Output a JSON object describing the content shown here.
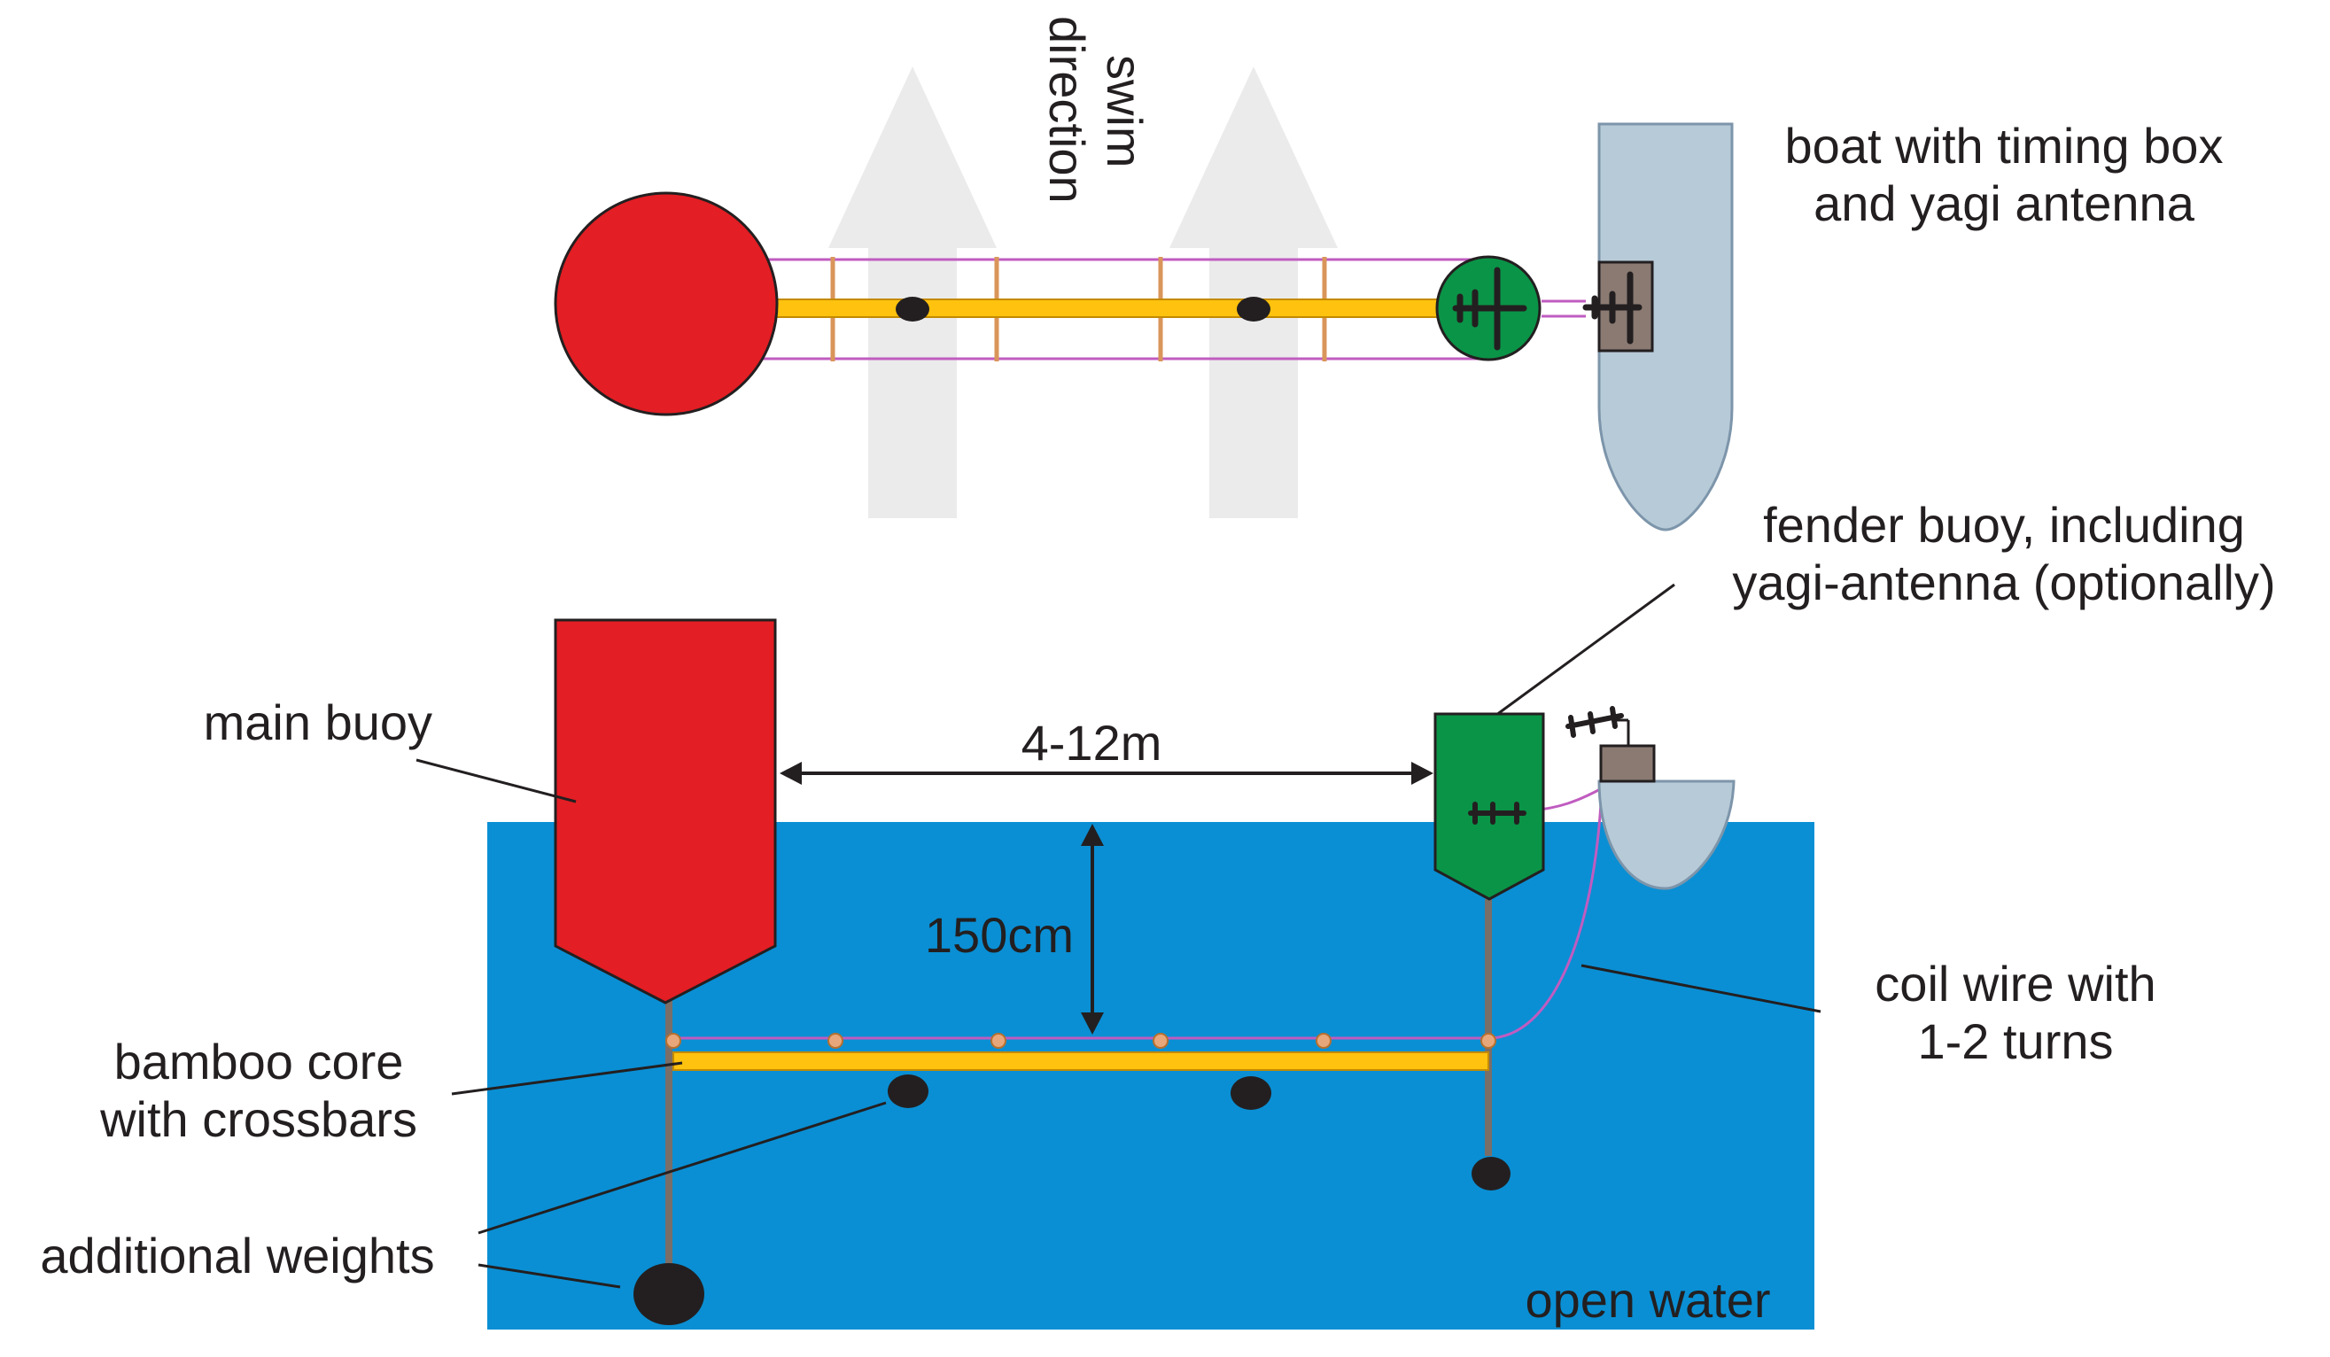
{
  "labels": {
    "swim_direction_line1": "swim",
    "swim_direction_line2": "direction",
    "boat_line1": "boat with timing box",
    "boat_line2": "and yagi antenna",
    "fender_line1": "fender buoy, including",
    "fender_line2": "yagi-antenna (optionally)",
    "main_buoy": "main buoy",
    "distance": "4-12m",
    "depth": "150cm",
    "coil_line1": "coil wire with",
    "coil_line2": "1-2 turns",
    "bamboo_line1": "bamboo core",
    "bamboo_line2": "with crossbars",
    "weights": "additional weights",
    "open_water": "open water"
  },
  "colors": {
    "water": "#0a8fd4",
    "main_buoy": "#e31e24",
    "fender_buoy": "#0a9447",
    "bamboo": "#ffc20e",
    "boat": "#b7cad8",
    "timing_box": "#8a7a72",
    "wire": "#c05cc0",
    "swim_arrow": "#ebebeb",
    "weight": "#231f20",
    "crossbar": "#d9955a"
  }
}
